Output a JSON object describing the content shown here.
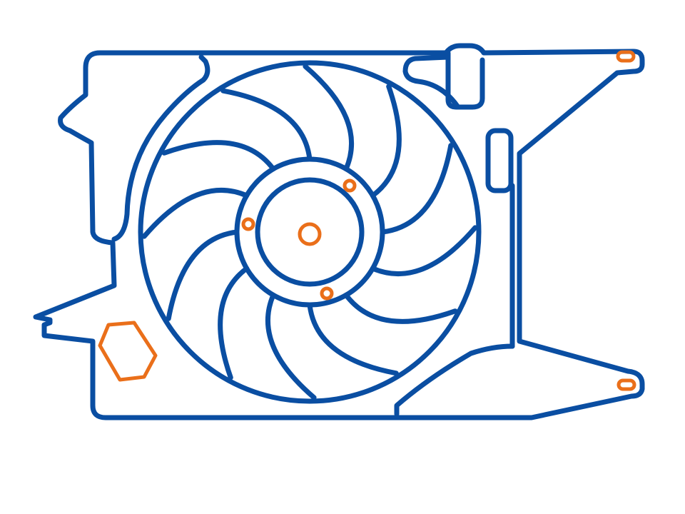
{
  "colors": {
    "outline": "#0a4ea2",
    "accent": "#ea6f1a",
    "background": "#ffffff"
  },
  "diagram": {
    "subject": "radiator-cooling-fan-assembly",
    "blade_count": 12,
    "hub_screw_holes": 3,
    "mounting_slots": 2
  }
}
